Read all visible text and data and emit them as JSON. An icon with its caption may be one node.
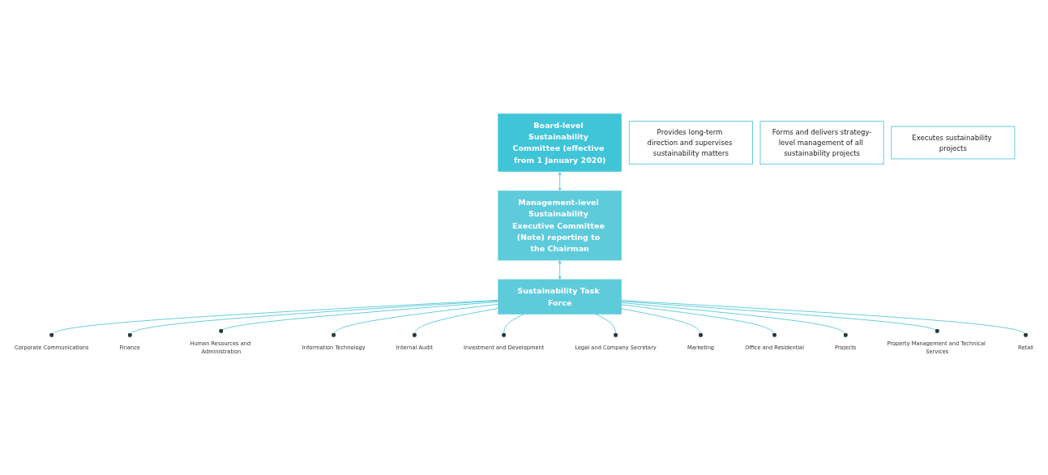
{
  "diagram": {
    "nodes": [
      {
        "text": [
          "Board-level Sustainability Committee (effective from 1 January 2020)"
        ]
      },
      {
        "text": [
          "Provides long-term direction and supervises sustainability matters"
        ]
      },
      {
        "text": [
          "Management-level Sustainability Executive Committee (Note) reporting to the Chairman"
        ]
      },
      {
        "text": [
          "Forms and delivers strategy-level management of all sustainability projects"
        ]
      },
      {
        "text": [
          "Sustainability Task Force"
        ]
      },
      {
        "text": [
          "Executes sustainability projects"
        ]
      },
      {
        "text": [
          "Corporate Communications"
        ]
      },
      {
        "text": [
          "Finance"
        ]
      },
      {
        "text": [
          "Human Resources and Administration"
        ]
      },
      {
        "text": [
          "Information Technology"
        ]
      },
      {
        "text": [
          "Internal Audit"
        ]
      },
      {
        "text": [
          "Investment and Development"
        ]
      },
      {
        "text": [
          "Legal and Company Secretary"
        ]
      },
      {
        "text": [
          "Marketing"
        ]
      },
      {
        "text": [
          "Office and Residential"
        ]
      },
      {
        "text": [
          "Projects"
        ]
      },
      {
        "text": [
          "Property Management and Technical Services"
        ]
      },
      {
        "text": [
          "Retail"
        ]
      }
    ],
    "edges": [
      {
        "from": 0,
        "to": 2,
        "arrow": "both"
      },
      {
        "from": 2,
        "to": 4,
        "arrow": "both"
      },
      {
        "from": 4,
        "to": 6,
        "arrow": "other"
      },
      {
        "from": 4,
        "to": 7,
        "arrow": "other"
      },
      {
        "from": 4,
        "to": 8,
        "arrow": "other"
      },
      {
        "from": 4,
        "to": 9,
        "arrow": "other"
      },
      {
        "from": 4,
        "to": 10,
        "arrow": "other"
      },
      {
        "from": 4,
        "to": 11,
        "arrow": "other"
      },
      {
        "from": 4,
        "to": 12,
        "arrow": "other"
      },
      {
        "from": 4,
        "to": 13,
        "arrow": "other"
      },
      {
        "from": 4,
        "to": 14,
        "arrow": "other"
      },
      {
        "from": 4,
        "to": 15,
        "arrow": "other"
      },
      {
        "from": 4,
        "to": 16,
        "arrow": "other"
      },
      {
        "from": 4,
        "to": 17,
        "arrow": "other"
      }
    ]
  }
}
